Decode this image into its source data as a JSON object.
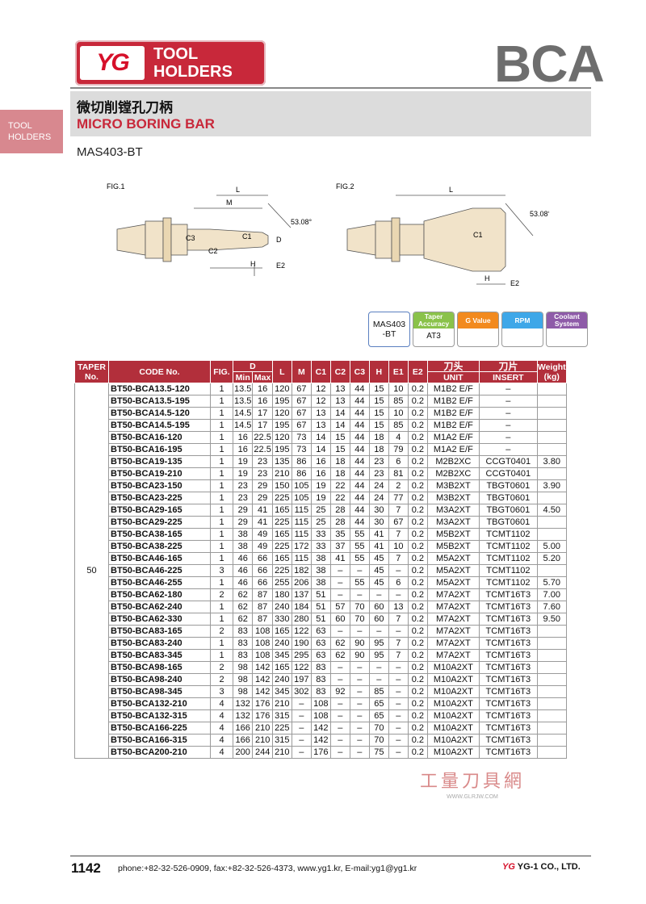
{
  "header": {
    "logo": "YG",
    "brand_line1": "TOOL",
    "brand_line2": "HOLDERS",
    "series_code": "BCA"
  },
  "side_tab": {
    "line1": "TOOL",
    "line2": "HOLDERS"
  },
  "title": {
    "chinese": "微切削镗孔刀柄",
    "english": "MICRO BORING BAR",
    "standard": "MAS403-BT"
  },
  "figures": {
    "fig1_label": "FIG.1",
    "fig2_label": "FIG.2",
    "angle": "53.08°",
    "dims": [
      "L",
      "M",
      "C3",
      "C2",
      "C1",
      "D",
      "H",
      "E2"
    ]
  },
  "legend": {
    "mas_line1": "MAS403",
    "mas_line2": "-BT",
    "taper_head": "Taper Accuracy",
    "taper_value": "AT3",
    "gvalue_head": "G Value",
    "rpm_head": "RPM",
    "coolant_head": "Coolant System",
    "colors": {
      "taper": "#8ac24a",
      "gvalue": "#f28a1e",
      "rpm": "#3ea7e8",
      "coolant": "#8e5ba8"
    }
  },
  "table": {
    "headers": {
      "taper_no": "TAPER No.",
      "code_no": "CODE No.",
      "fig": "FIG.",
      "d": "D",
      "min": "Min",
      "max": "Max",
      "l": "L",
      "m": "M",
      "c1": "C1",
      "c2": "C2",
      "c3": "C3",
      "h": "H",
      "e1": "E1",
      "e2": "E2",
      "unit_cn": "刀头",
      "unit": "UNIT",
      "insert_cn": "刀片",
      "insert": "INSERT",
      "weight": "Weight (kg)"
    },
    "taper_value": "50",
    "rows": [
      [
        "BT50-BCA13.5-120",
        "1",
        "13.5",
        "16",
        "120",
        "67",
        "12",
        "13",
        "44",
        "15",
        "10",
        "0.2",
        "M1B2 E/F",
        "–",
        ""
      ],
      [
        "BT50-BCA13.5-195",
        "1",
        "13.5",
        "16",
        "195",
        "67",
        "12",
        "13",
        "44",
        "15",
        "85",
        "0.2",
        "M1B2 E/F",
        "–",
        ""
      ],
      [
        "BT50-BCA14.5-120",
        "1",
        "14.5",
        "17",
        "120",
        "67",
        "13",
        "14",
        "44",
        "15",
        "10",
        "0.2",
        "M1B2 E/F",
        "–",
        ""
      ],
      [
        "BT50-BCA14.5-195",
        "1",
        "14.5",
        "17",
        "195",
        "67",
        "13",
        "14",
        "44",
        "15",
        "85",
        "0.2",
        "M1B2 E/F",
        "–",
        ""
      ],
      [
        "BT50-BCA16-120",
        "1",
        "16",
        "22.5",
        "120",
        "73",
        "14",
        "15",
        "44",
        "18",
        "4",
        "0.2",
        "M1A2 E/F",
        "–",
        ""
      ],
      [
        "BT50-BCA16-195",
        "1",
        "16",
        "22.5",
        "195",
        "73",
        "14",
        "15",
        "44",
        "18",
        "79",
        "0.2",
        "M1A2 E/F",
        "–",
        ""
      ],
      [
        "BT50-BCA19-135",
        "1",
        "19",
        "23",
        "135",
        "86",
        "16",
        "18",
        "44",
        "23",
        "6",
        "0.2",
        "M2B2XC",
        "CCGT0401",
        "3.80"
      ],
      [
        "BT50-BCA19-210",
        "1",
        "19",
        "23",
        "210",
        "86",
        "16",
        "18",
        "44",
        "23",
        "81",
        "0.2",
        "M2B2XC",
        "CCGT0401",
        ""
      ],
      [
        "BT50-BCA23-150",
        "1",
        "23",
        "29",
        "150",
        "105",
        "19",
        "22",
        "44",
        "24",
        "2",
        "0.2",
        "M3B2XT",
        "TBGT0601",
        "3.90"
      ],
      [
        "BT50-BCA23-225",
        "1",
        "23",
        "29",
        "225",
        "105",
        "19",
        "22",
        "44",
        "24",
        "77",
        "0.2",
        "M3B2XT",
        "TBGT0601",
        ""
      ],
      [
        "BT50-BCA29-165",
        "1",
        "29",
        "41",
        "165",
        "115",
        "25",
        "28",
        "44",
        "30",
        "7",
        "0.2",
        "M3A2XT",
        "TBGT0601",
        "4.50"
      ],
      [
        "BT50-BCA29-225",
        "1",
        "29",
        "41",
        "225",
        "115",
        "25",
        "28",
        "44",
        "30",
        "67",
        "0.2",
        "M3A2XT",
        "TBGT0601",
        ""
      ],
      [
        "BT50-BCA38-165",
        "1",
        "38",
        "49",
        "165",
        "115",
        "33",
        "35",
        "55",
        "41",
        "7",
        "0.2",
        "M5B2XT",
        "TCMT1102",
        ""
      ],
      [
        "BT50-BCA38-225",
        "1",
        "38",
        "49",
        "225",
        "172",
        "33",
        "37",
        "55",
        "41",
        "10",
        "0.2",
        "M5B2XT",
        "TCMT1102",
        "5.00"
      ],
      [
        "BT50-BCA46-165",
        "1",
        "46",
        "66",
        "165",
        "115",
        "38",
        "41",
        "55",
        "45",
        "7",
        "0.2",
        "M5A2XT",
        "TCMT1102",
        "5.20"
      ],
      [
        "BT50-BCA46-225",
        "3",
        "46",
        "66",
        "225",
        "182",
        "38",
        "–",
        "–",
        "45",
        "–",
        "0.2",
        "M5A2XT",
        "TCMT1102",
        ""
      ],
      [
        "BT50-BCA46-255",
        "1",
        "46",
        "66",
        "255",
        "206",
        "38",
        "–",
        "55",
        "45",
        "6",
        "0.2",
        "M5A2XT",
        "TCMT1102",
        "5.70"
      ],
      [
        "BT50-BCA62-180",
        "2",
        "62",
        "87",
        "180",
        "137",
        "51",
        "–",
        "–",
        "–",
        "–",
        "0.2",
        "M7A2XT",
        "TCMT16T3",
        "7.00"
      ],
      [
        "BT50-BCA62-240",
        "1",
        "62",
        "87",
        "240",
        "184",
        "51",
        "57",
        "70",
        "60",
        "13",
        "0.2",
        "M7A2XT",
        "TCMT16T3",
        "7.60"
      ],
      [
        "BT50-BCA62-330",
        "1",
        "62",
        "87",
        "330",
        "280",
        "51",
        "60",
        "70",
        "60",
        "7",
        "0.2",
        "M7A2XT",
        "TCMT16T3",
        "9.50"
      ],
      [
        "BT50-BCA83-165",
        "2",
        "83",
        "108",
        "165",
        "122",
        "63",
        "–",
        "–",
        "–",
        "–",
        "0.2",
        "M7A2XT",
        "TCMT16T3",
        ""
      ],
      [
        "BT50-BCA83-240",
        "1",
        "83",
        "108",
        "240",
        "190",
        "63",
        "62",
        "90",
        "95",
        "7",
        "0.2",
        "M7A2XT",
        "TCMT16T3",
        ""
      ],
      [
        "BT50-BCA83-345",
        "1",
        "83",
        "108",
        "345",
        "295",
        "63",
        "62",
        "90",
        "95",
        "7",
        "0.2",
        "M7A2XT",
        "TCMT16T3",
        ""
      ],
      [
        "BT50-BCA98-165",
        "2",
        "98",
        "142",
        "165",
        "122",
        "83",
        "–",
        "–",
        "–",
        "–",
        "0.2",
        "M10A2XT",
        "TCMT16T3",
        ""
      ],
      [
        "BT50-BCA98-240",
        "2",
        "98",
        "142",
        "240",
        "197",
        "83",
        "–",
        "–",
        "–",
        "–",
        "0.2",
        "M10A2XT",
        "TCMT16T3",
        ""
      ],
      [
        "BT50-BCA98-345",
        "3",
        "98",
        "142",
        "345",
        "302",
        "83",
        "92",
        "–",
        "85",
        "–",
        "0.2",
        "M10A2XT",
        "TCMT16T3",
        ""
      ],
      [
        "BT50-BCA132-210",
        "4",
        "132",
        "176",
        "210",
        "–",
        "108",
        "–",
        "–",
        "65",
        "–",
        "0.2",
        "M10A2XT",
        "TCMT16T3",
        ""
      ],
      [
        "BT50-BCA132-315",
        "4",
        "132",
        "176",
        "315",
        "–",
        "108",
        "–",
        "–",
        "65",
        "–",
        "0.2",
        "M10A2XT",
        "TCMT16T3",
        ""
      ],
      [
        "BT50-BCA166-225",
        "4",
        "166",
        "210",
        "225",
        "–",
        "142",
        "–",
        "–",
        "70",
        "–",
        "0.2",
        "M10A2XT",
        "TCMT16T3",
        ""
      ],
      [
        "BT50-BCA166-315",
        "4",
        "166",
        "210",
        "315",
        "–",
        "142",
        "–",
        "–",
        "70",
        "–",
        "0.2",
        "M10A2XT",
        "TCMT16T3",
        ""
      ],
      [
        "BT50-BCA200-210",
        "4",
        "200",
        "244",
        "210",
        "–",
        "176",
        "–",
        "–",
        "75",
        "–",
        "0.2",
        "M10A2XT",
        "TCMT16T3",
        ""
      ]
    ]
  },
  "watermark": {
    "text": "工量刀具網",
    "url": "WWW.GLRJW.COM"
  },
  "footer": {
    "page_number": "1142",
    "contact": "phone:+82-32-526-0909,  fax:+82-32-526-4373,  www.yg1.kr,  E-mail:yg1@yg1.kr",
    "logo_mark": "YG",
    "company": "YG-1 CO., LTD."
  }
}
